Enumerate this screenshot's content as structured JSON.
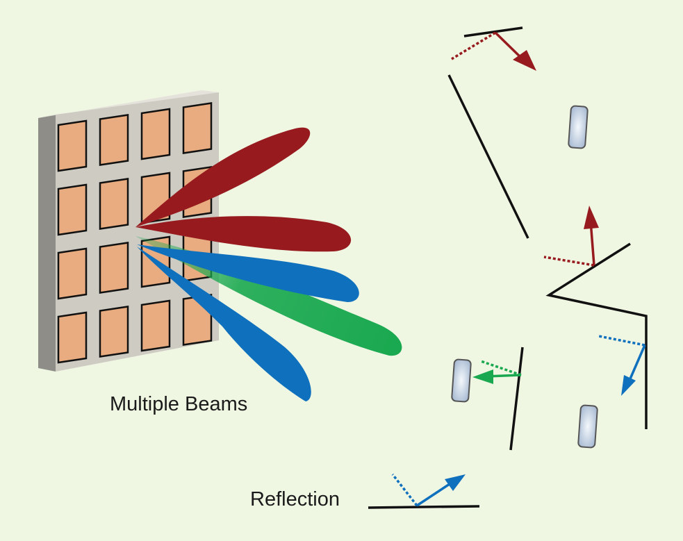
{
  "labels": {
    "beams": "Multiple Beams",
    "reflection": "Reflection"
  },
  "colors": {
    "background": "#eff6e2",
    "red": "#961a1e",
    "green": "#19a84f",
    "blue": "#0f70bd",
    "patch": "#e8ac80",
    "panel": "#cdcbc2"
  },
  "array": {
    "rows": 4,
    "cols": 4
  }
}
